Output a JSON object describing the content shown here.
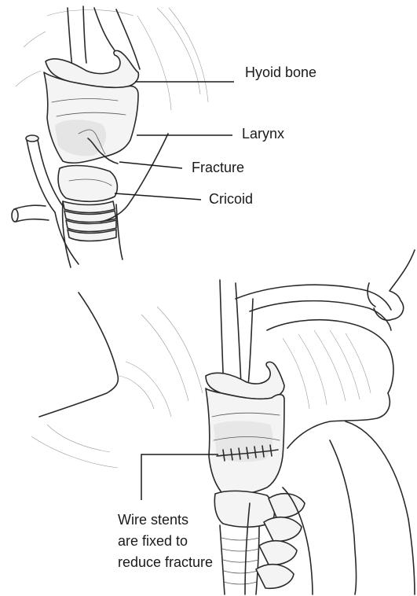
{
  "labels": {
    "hyoid": "Hyoid bone",
    "larynx": "Larynx",
    "fracture": "Fracture",
    "cricoid": "Cricoid",
    "wire_lines": [
      "Wire stents",
      "are fixed to",
      "reduce fracture"
    ]
  }
}
